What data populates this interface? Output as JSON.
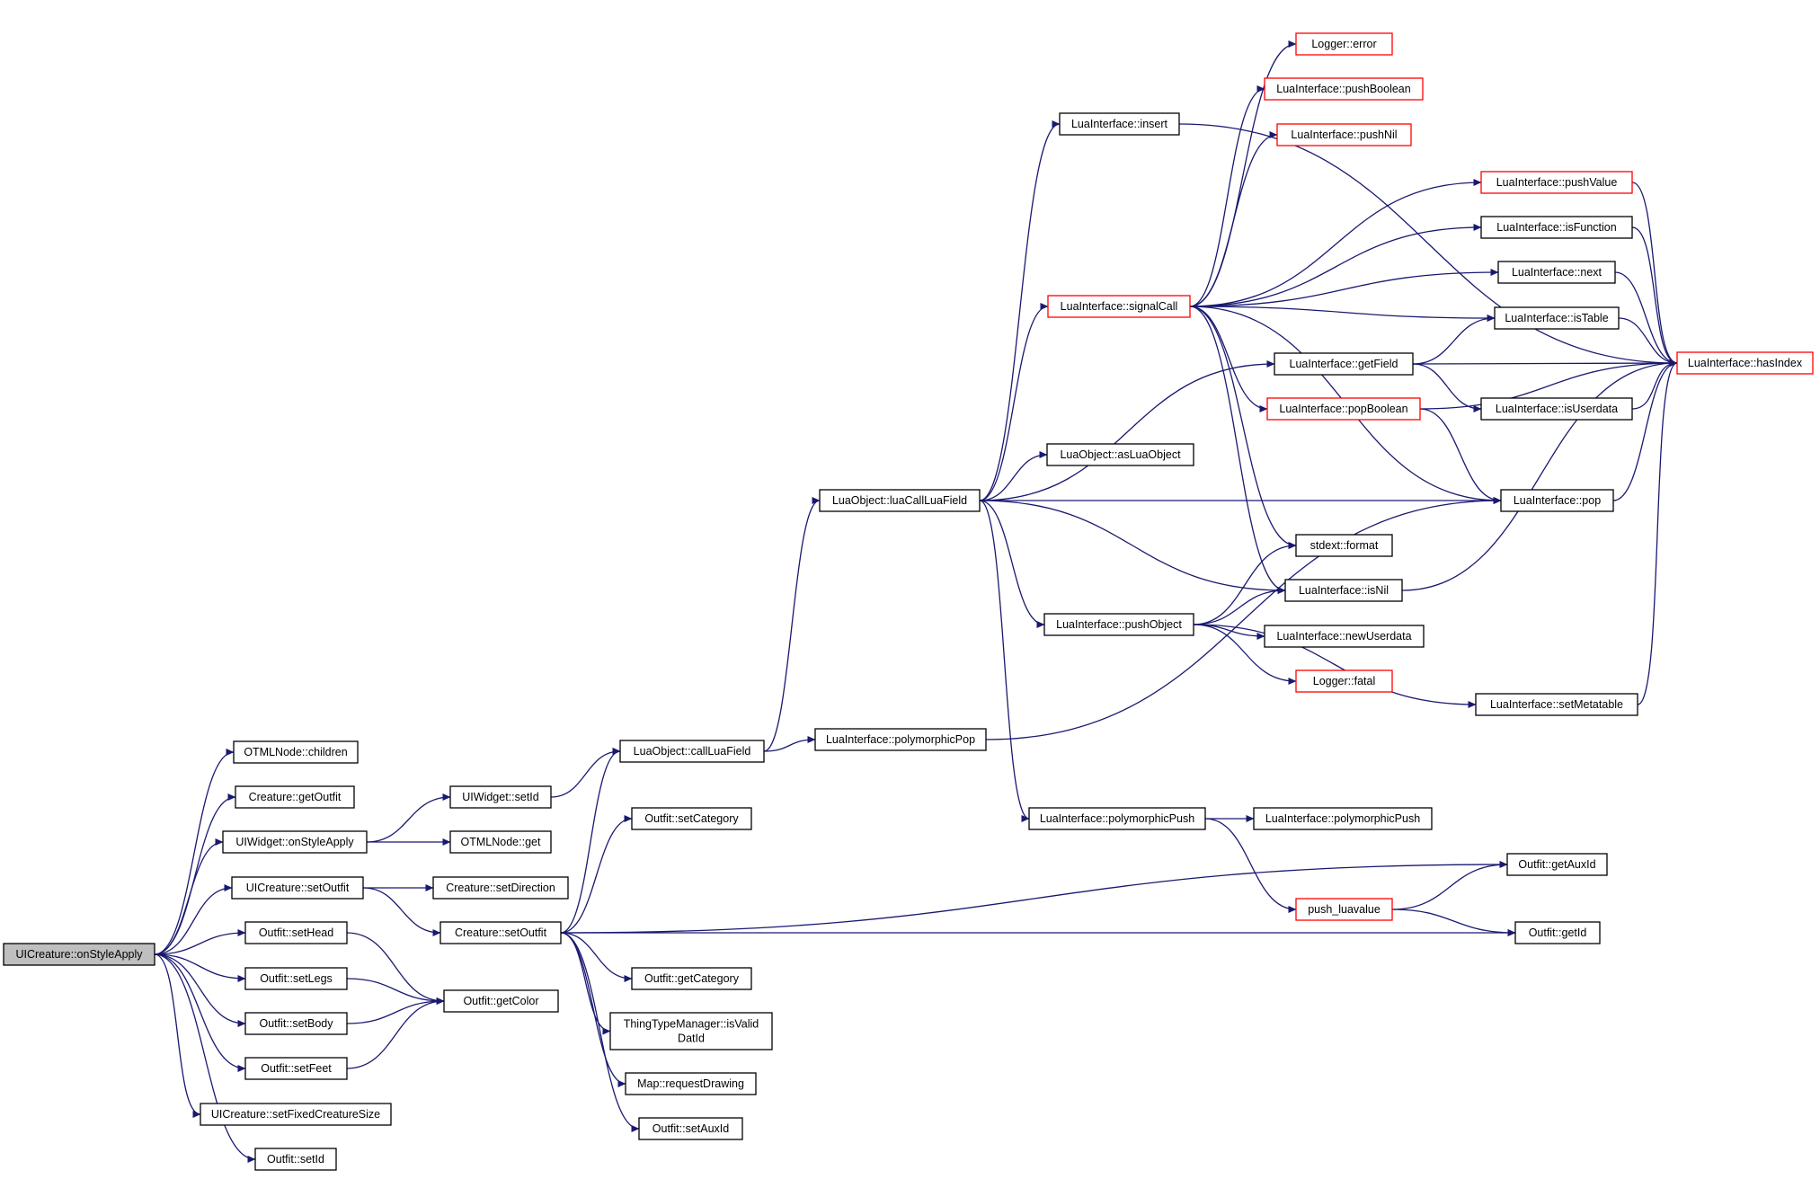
{
  "colors": {
    "edge": "#191970",
    "node_border": "#000000",
    "node_border_truncated": "#ff0000",
    "root_fill": "#bfbfbf",
    "node_fill": "#ffffff"
  },
  "nodes": [
    {
      "id": "root",
      "lines": [
        "UICreature::onStyleApply"
      ],
      "style": "root"
    },
    {
      "id": "otml_children",
      "lines": [
        "OTMLNode::children"
      ],
      "style": "normal"
    },
    {
      "id": "creature_getoutfit",
      "lines": [
        "Creature::getOutfit"
      ],
      "style": "normal"
    },
    {
      "id": "uiwidget_onstyleapply",
      "lines": [
        "UIWidget::onStyleApply"
      ],
      "style": "normal"
    },
    {
      "id": "uicreature_setoutfit",
      "lines": [
        "UICreature::setOutfit"
      ],
      "style": "normal"
    },
    {
      "id": "outfit_sethead",
      "lines": [
        "Outfit::setHead"
      ],
      "style": "normal"
    },
    {
      "id": "outfit_setlegs",
      "lines": [
        "Outfit::setLegs"
      ],
      "style": "normal"
    },
    {
      "id": "outfit_setbody",
      "lines": [
        "Outfit::setBody"
      ],
      "style": "normal"
    },
    {
      "id": "outfit_setfeet",
      "lines": [
        "Outfit::setFeet"
      ],
      "style": "normal"
    },
    {
      "id": "uicreature_setfixed",
      "lines": [
        "UICreature::setFixedCreatureSize"
      ],
      "style": "normal"
    },
    {
      "id": "outfit_setid",
      "lines": [
        "Outfit::setId"
      ],
      "style": "normal"
    },
    {
      "id": "uiwidget_setid",
      "lines": [
        "UIWidget::setId"
      ],
      "style": "normal"
    },
    {
      "id": "otml_get",
      "lines": [
        "OTMLNode::get"
      ],
      "style": "normal"
    },
    {
      "id": "creature_setdirection",
      "lines": [
        "Creature::setDirection"
      ],
      "style": "normal"
    },
    {
      "id": "creature_setoutfit",
      "lines": [
        "Creature::setOutfit"
      ],
      "style": "normal"
    },
    {
      "id": "outfit_getcolor",
      "lines": [
        "Outfit::getColor"
      ],
      "style": "normal"
    },
    {
      "id": "luaobject_callluafield",
      "lines": [
        "LuaObject::callLuaField"
      ],
      "style": "normal"
    },
    {
      "id": "outfit_setcategory",
      "lines": [
        "Outfit::setCategory"
      ],
      "style": "normal"
    },
    {
      "id": "outfit_getcategory",
      "lines": [
        "Outfit::getCategory"
      ],
      "style": "normal"
    },
    {
      "id": "thingtype_isvalid",
      "lines": [
        "ThingTypeManager::isValid",
        "DatId"
      ],
      "style": "normal"
    },
    {
      "id": "map_requestdrawing",
      "lines": [
        "Map::requestDrawing"
      ],
      "style": "normal"
    },
    {
      "id": "outfit_setauxid",
      "lines": [
        "Outfit::setAuxId"
      ],
      "style": "normal"
    },
    {
      "id": "luainterface_polymorphicpop",
      "lines": [
        "LuaInterface::polymorphicPop"
      ],
      "style": "normal"
    },
    {
      "id": "luaobject_luacallluafield",
      "lines": [
        "LuaObject::luaCallLuaField"
      ],
      "style": "normal"
    },
    {
      "id": "luainterface_insert",
      "lines": [
        "LuaInterface::insert"
      ],
      "style": "normal"
    },
    {
      "id": "luainterface_signalcall",
      "lines": [
        "LuaInterface::signalCall"
      ],
      "style": "truncated"
    },
    {
      "id": "luaobject_asluaobject",
      "lines": [
        "LuaObject::asLuaObject"
      ],
      "style": "normal"
    },
    {
      "id": "luainterface_pushobject",
      "lines": [
        "LuaInterface::pushObject"
      ],
      "style": "normal"
    },
    {
      "id": "luainterface_polymorphicpush1",
      "lines": [
        "LuaInterface::polymorphicPush"
      ],
      "style": "normal"
    },
    {
      "id": "luainterface_polymorphicpush2",
      "lines": [
        "LuaInterface::polymorphicPush"
      ],
      "style": "normal"
    },
    {
      "id": "logger_error",
      "lines": [
        "Logger::error"
      ],
      "style": "truncated"
    },
    {
      "id": "luainterface_pushboolean",
      "lines": [
        "LuaInterface::pushBoolean"
      ],
      "style": "truncated"
    },
    {
      "id": "luainterface_pushnil",
      "lines": [
        "LuaInterface::pushNil"
      ],
      "style": "truncated"
    },
    {
      "id": "luainterface_getfield",
      "lines": [
        "LuaInterface::getField"
      ],
      "style": "normal"
    },
    {
      "id": "luainterface_popboolean",
      "lines": [
        "LuaInterface::popBoolean"
      ],
      "style": "truncated"
    },
    {
      "id": "stdext_format",
      "lines": [
        "stdext::format"
      ],
      "style": "normal"
    },
    {
      "id": "luainterface_isnil",
      "lines": [
        "LuaInterface::isNil"
      ],
      "style": "normal"
    },
    {
      "id": "luainterface_newuserdata",
      "lines": [
        "LuaInterface::newUserdata"
      ],
      "style": "normal"
    },
    {
      "id": "logger_fatal",
      "lines": [
        "Logger::fatal"
      ],
      "style": "truncated"
    },
    {
      "id": "push_luavalue",
      "lines": [
        "push_luavalue"
      ],
      "style": "truncated"
    },
    {
      "id": "luainterface_pushvalue",
      "lines": [
        "LuaInterface::pushValue"
      ],
      "style": "truncated"
    },
    {
      "id": "luainterface_isfunction",
      "lines": [
        "LuaInterface::isFunction"
      ],
      "style": "normal"
    },
    {
      "id": "luainterface_next",
      "lines": [
        "LuaInterface::next"
      ],
      "style": "normal"
    },
    {
      "id": "luainterface_istable",
      "lines": [
        "LuaInterface::isTable"
      ],
      "style": "normal"
    },
    {
      "id": "luainterface_isuserdata",
      "lines": [
        "LuaInterface::isUserdata"
      ],
      "style": "normal"
    },
    {
      "id": "luainterface_pop",
      "lines": [
        "LuaInterface::pop"
      ],
      "style": "normal"
    },
    {
      "id": "luainterface_setmetatable",
      "lines": [
        "LuaInterface::setMetatable"
      ],
      "style": "normal"
    },
    {
      "id": "outfit_getauxid",
      "lines": [
        "Outfit::getAuxId"
      ],
      "style": "normal"
    },
    {
      "id": "outfit_getid",
      "lines": [
        "Outfit::getId"
      ],
      "style": "normal"
    },
    {
      "id": "luainterface_hasindex",
      "lines": [
        "LuaInterface::hasIndex"
      ],
      "style": "truncated"
    }
  ],
  "edges": [
    [
      "root",
      "otml_children"
    ],
    [
      "root",
      "creature_getoutfit"
    ],
    [
      "root",
      "uiwidget_onstyleapply"
    ],
    [
      "root",
      "uicreature_setoutfit"
    ],
    [
      "root",
      "outfit_sethead"
    ],
    [
      "root",
      "outfit_setlegs"
    ],
    [
      "root",
      "outfit_setbody"
    ],
    [
      "root",
      "outfit_setfeet"
    ],
    [
      "root",
      "uicreature_setfixed"
    ],
    [
      "root",
      "outfit_setid"
    ],
    [
      "uiwidget_onstyleapply",
      "uiwidget_setid"
    ],
    [
      "uiwidget_onstyleapply",
      "otml_get"
    ],
    [
      "uicreature_setoutfit",
      "creature_setdirection"
    ],
    [
      "uicreature_setoutfit",
      "creature_setoutfit"
    ],
    [
      "outfit_sethead",
      "outfit_getcolor"
    ],
    [
      "outfit_setlegs",
      "outfit_getcolor"
    ],
    [
      "outfit_setbody",
      "outfit_getcolor"
    ],
    [
      "outfit_setfeet",
      "outfit_getcolor"
    ],
    [
      "uiwidget_setid",
      "luaobject_callluafield"
    ],
    [
      "creature_setoutfit",
      "luaobject_callluafield"
    ],
    [
      "creature_setoutfit",
      "outfit_setcategory"
    ],
    [
      "creature_setoutfit",
      "outfit_getcategory"
    ],
    [
      "creature_setoutfit",
      "thingtype_isvalid"
    ],
    [
      "creature_setoutfit",
      "map_requestdrawing"
    ],
    [
      "creature_setoutfit",
      "outfit_setauxid"
    ],
    [
      "creature_setoutfit",
      "outfit_getauxid"
    ],
    [
      "creature_setoutfit",
      "outfit_getid"
    ],
    [
      "luaobject_callluafield",
      "luaobject_luacallluafield"
    ],
    [
      "luaobject_callluafield",
      "luainterface_polymorphicpop"
    ],
    [
      "luainterface_polymorphicpop",
      "luainterface_pop"
    ],
    [
      "luaobject_luacallluafield",
      "luainterface_insert"
    ],
    [
      "luaobject_luacallluafield",
      "luainterface_signalcall"
    ],
    [
      "luaobject_luacallluafield",
      "luaobject_asluaobject"
    ],
    [
      "luaobject_luacallluafield",
      "luainterface_getfield"
    ],
    [
      "luaobject_luacallluafield",
      "luainterface_pop"
    ],
    [
      "luaobject_luacallluafield",
      "luainterface_isnil"
    ],
    [
      "luaobject_luacallluafield",
      "luainterface_pushobject"
    ],
    [
      "luaobject_luacallluafield",
      "luainterface_polymorphicpush1"
    ],
    [
      "luainterface_insert",
      "luainterface_hasindex"
    ],
    [
      "luainterface_signalcall",
      "logger_error"
    ],
    [
      "luainterface_signalcall",
      "luainterface_pushboolean"
    ],
    [
      "luainterface_signalcall",
      "luainterface_pushnil"
    ],
    [
      "luainterface_signalcall",
      "luainterface_pushvalue"
    ],
    [
      "luainterface_signalcall",
      "luainterface_isfunction"
    ],
    [
      "luainterface_signalcall",
      "luainterface_next"
    ],
    [
      "luainterface_signalcall",
      "luainterface_istable"
    ],
    [
      "luainterface_signalcall",
      "luainterface_popboolean"
    ],
    [
      "luainterface_signalcall",
      "luainterface_pop"
    ],
    [
      "luainterface_signalcall",
      "stdext_format"
    ],
    [
      "luainterface_signalcall",
      "luainterface_isnil"
    ],
    [
      "luainterface_getfield",
      "luainterface_istable"
    ],
    [
      "luainterface_getfield",
      "luainterface_isuserdata"
    ],
    [
      "luainterface_getfield",
      "luainterface_hasindex"
    ],
    [
      "luainterface_popboolean",
      "luainterface_pop"
    ],
    [
      "luainterface_popboolean",
      "luainterface_hasindex"
    ],
    [
      "luainterface_pushobject",
      "stdext_format"
    ],
    [
      "luainterface_pushobject",
      "luainterface_isnil"
    ],
    [
      "luainterface_pushobject",
      "luainterface_newuserdata"
    ],
    [
      "luainterface_pushobject",
      "logger_fatal"
    ],
    [
      "luainterface_pushobject",
      "luainterface_setmetatable"
    ],
    [
      "luainterface_polymorphicpush1",
      "luainterface_polymorphicpush2"
    ],
    [
      "luainterface_polymorphicpush1",
      "push_luavalue"
    ],
    [
      "push_luavalue",
      "outfit_getauxid"
    ],
    [
      "push_luavalue",
      "outfit_getid"
    ],
    [
      "luainterface_pushvalue",
      "luainterface_hasindex"
    ],
    [
      "luainterface_isfunction",
      "luainterface_hasindex"
    ],
    [
      "luainterface_next",
      "luainterface_hasindex"
    ],
    [
      "luainterface_istable",
      "luainterface_hasindex"
    ],
    [
      "luainterface_isuserdata",
      "luainterface_hasindex"
    ],
    [
      "luainterface_pop",
      "luainterface_hasindex"
    ],
    [
      "luainterface_isnil",
      "luainterface_hasindex"
    ],
    [
      "luainterface_setmetatable",
      "luainterface_hasindex"
    ]
  ]
}
